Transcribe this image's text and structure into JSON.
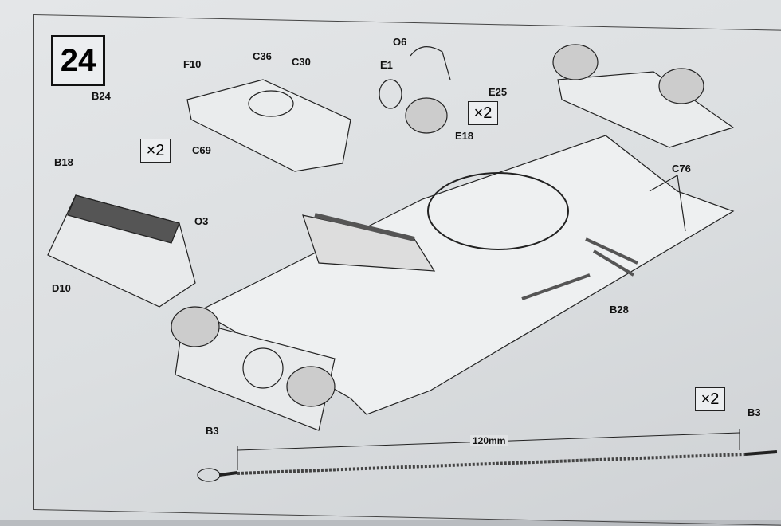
{
  "step_number": "24",
  "multipliers": {
    "b18_assembly": "×2",
    "e18_assembly": "×2",
    "b3_cable": "×2"
  },
  "part_labels": {
    "b24": "B24",
    "b18": "B18",
    "f10": "F10",
    "c36": "C36",
    "c30": "C30",
    "c69": "C69",
    "o6": "O6",
    "e1": "E1",
    "e25": "E25",
    "e18": "E18",
    "c76": "C76",
    "o3": "O3",
    "d10": "D10",
    "b28": "B28",
    "b3_left": "B3",
    "b3_right": "B3"
  },
  "dimension": "120mm"
}
